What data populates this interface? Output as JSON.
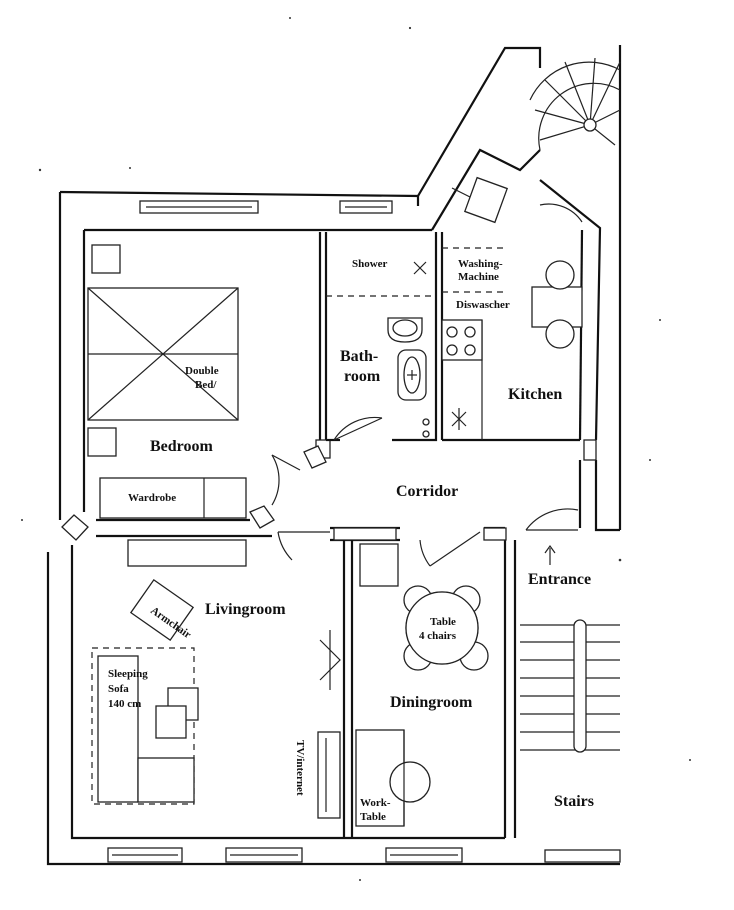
{
  "rooms": {
    "bedroom": "Bedroom",
    "corridor": "Corridor",
    "kitchen": "Kitchen",
    "bathroom_line1": "Bath-",
    "bathroom_line2": "room",
    "livingroom": "Livingroom",
    "diningroom": "Diningroom",
    "entrance": "Entrance",
    "stairs": "Stairs"
  },
  "furniture": {
    "shower": "Shower",
    "washing_line1": "Washing-",
    "washing_line2": "Machine",
    "dishwasher": "Diswascher",
    "double_bed_line1": "Double",
    "double_bed_line2": "Bed/",
    "wardrobe": "Wardrobe",
    "armchair": "Armchair",
    "sofa_line1": "Sleeping",
    "sofa_line2": "Sofa",
    "sofa_line3": "140 cm",
    "table_line1": "Table",
    "table_line2": "4 chairs",
    "tv": "TV/internet",
    "worktable_line1": "Work-",
    "worktable_line2": "Table"
  }
}
